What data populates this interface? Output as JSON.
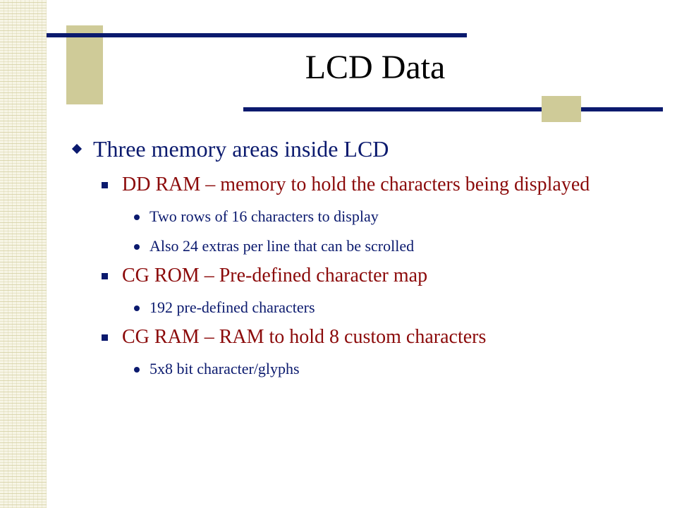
{
  "slide": {
    "title": "LCD Data",
    "main_point": "Three memory areas inside LCD",
    "sections": [
      {
        "heading": "DD RAM – memory to hold the characters being displayed",
        "details": [
          "Two rows of 16 characters to display",
          "Also 24 extras per line that can be scrolled"
        ]
      },
      {
        "heading": "CG ROM – Pre-defined character map",
        "details": [
          "192 pre-defined characters"
        ]
      },
      {
        "heading": "CG RAM – RAM to hold 8 custom characters",
        "details": [
          "5x8 bit character/glyphs"
        ]
      }
    ]
  },
  "colors": {
    "navy": "#0b1a6e",
    "dark_red": "#8b0a0a",
    "tan": "#cfcb98"
  }
}
